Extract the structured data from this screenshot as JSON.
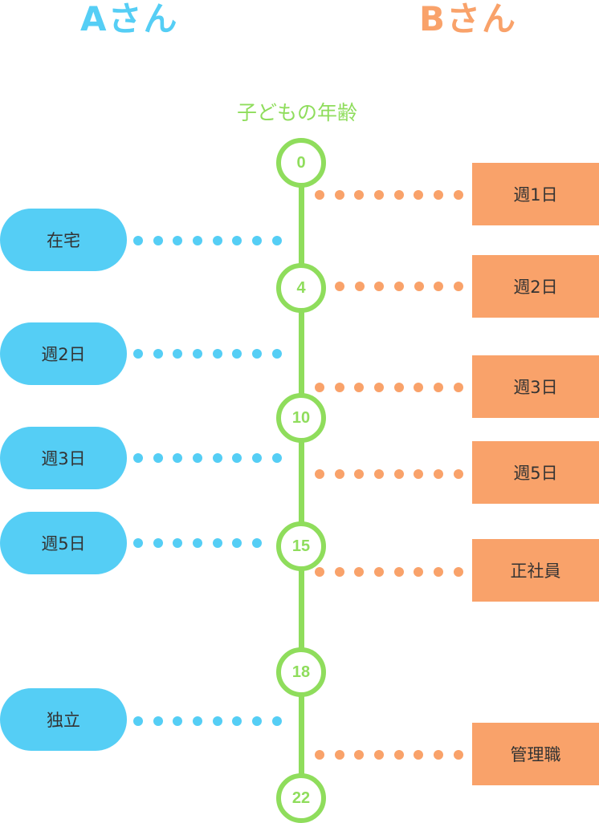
{
  "people": {
    "a": "Aさん",
    "b": "Bさん"
  },
  "axis_label": "子どもの年齢",
  "ages": [
    "0",
    "4",
    "10",
    "15",
    "18",
    "22"
  ],
  "a_events": [
    "在宅",
    "週2日",
    "週3日",
    "週5日",
    "独立"
  ],
  "b_events": [
    "週1日",
    "週2日",
    "週3日",
    "週5日",
    "正社員",
    "管理職"
  ],
  "colors": {
    "a": "#55cef5",
    "b": "#f9a26a",
    "timeline": "#8fdd5c"
  }
}
